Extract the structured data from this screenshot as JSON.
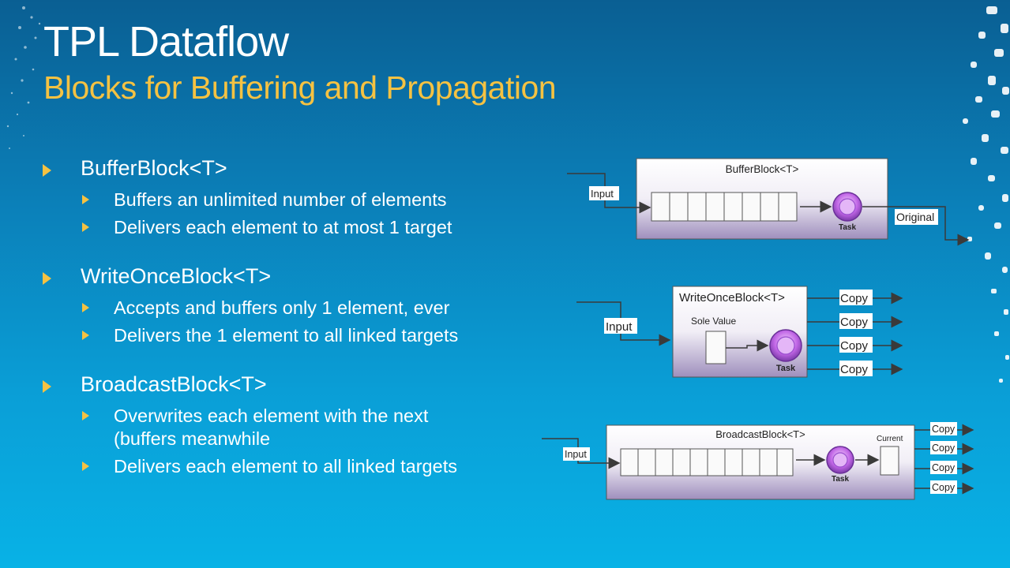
{
  "title": "TPL Dataflow",
  "subtitle": "Blocks for Buffering and Propagation",
  "bullets": [
    {
      "label": "BufferBlock<T>",
      "items": [
        "Buffers an unlimited number of elements",
        "Delivers each element to at most 1 target"
      ]
    },
    {
      "label": "WriteOnceBlock<T>",
      "items": [
        "Accepts and buffers only 1 element, ever",
        "Delivers the 1 element to all linked targets"
      ]
    },
    {
      "label": "BroadcastBlock<T>",
      "items": [
        "Overwrites each element with the next (buffers meanwhile",
        "Delivers each element to all linked targets"
      ]
    }
  ],
  "diagrams": {
    "buffer": {
      "title": "BufferBlock<T>",
      "input": "Input",
      "task": "Task",
      "output": "Original"
    },
    "writeonce": {
      "title": "WriteOnceBlock<T>",
      "input": "Input",
      "sole_value": "Sole Value",
      "task": "Task",
      "outputs": [
        "Copy",
        "Copy",
        "Copy",
        "Copy"
      ]
    },
    "broadcast": {
      "title": "BroadcastBlock<T>",
      "input": "Input",
      "task": "Task",
      "current": "Current",
      "outputs": [
        "Copy",
        "Copy",
        "Copy",
        "Copy"
      ]
    }
  }
}
